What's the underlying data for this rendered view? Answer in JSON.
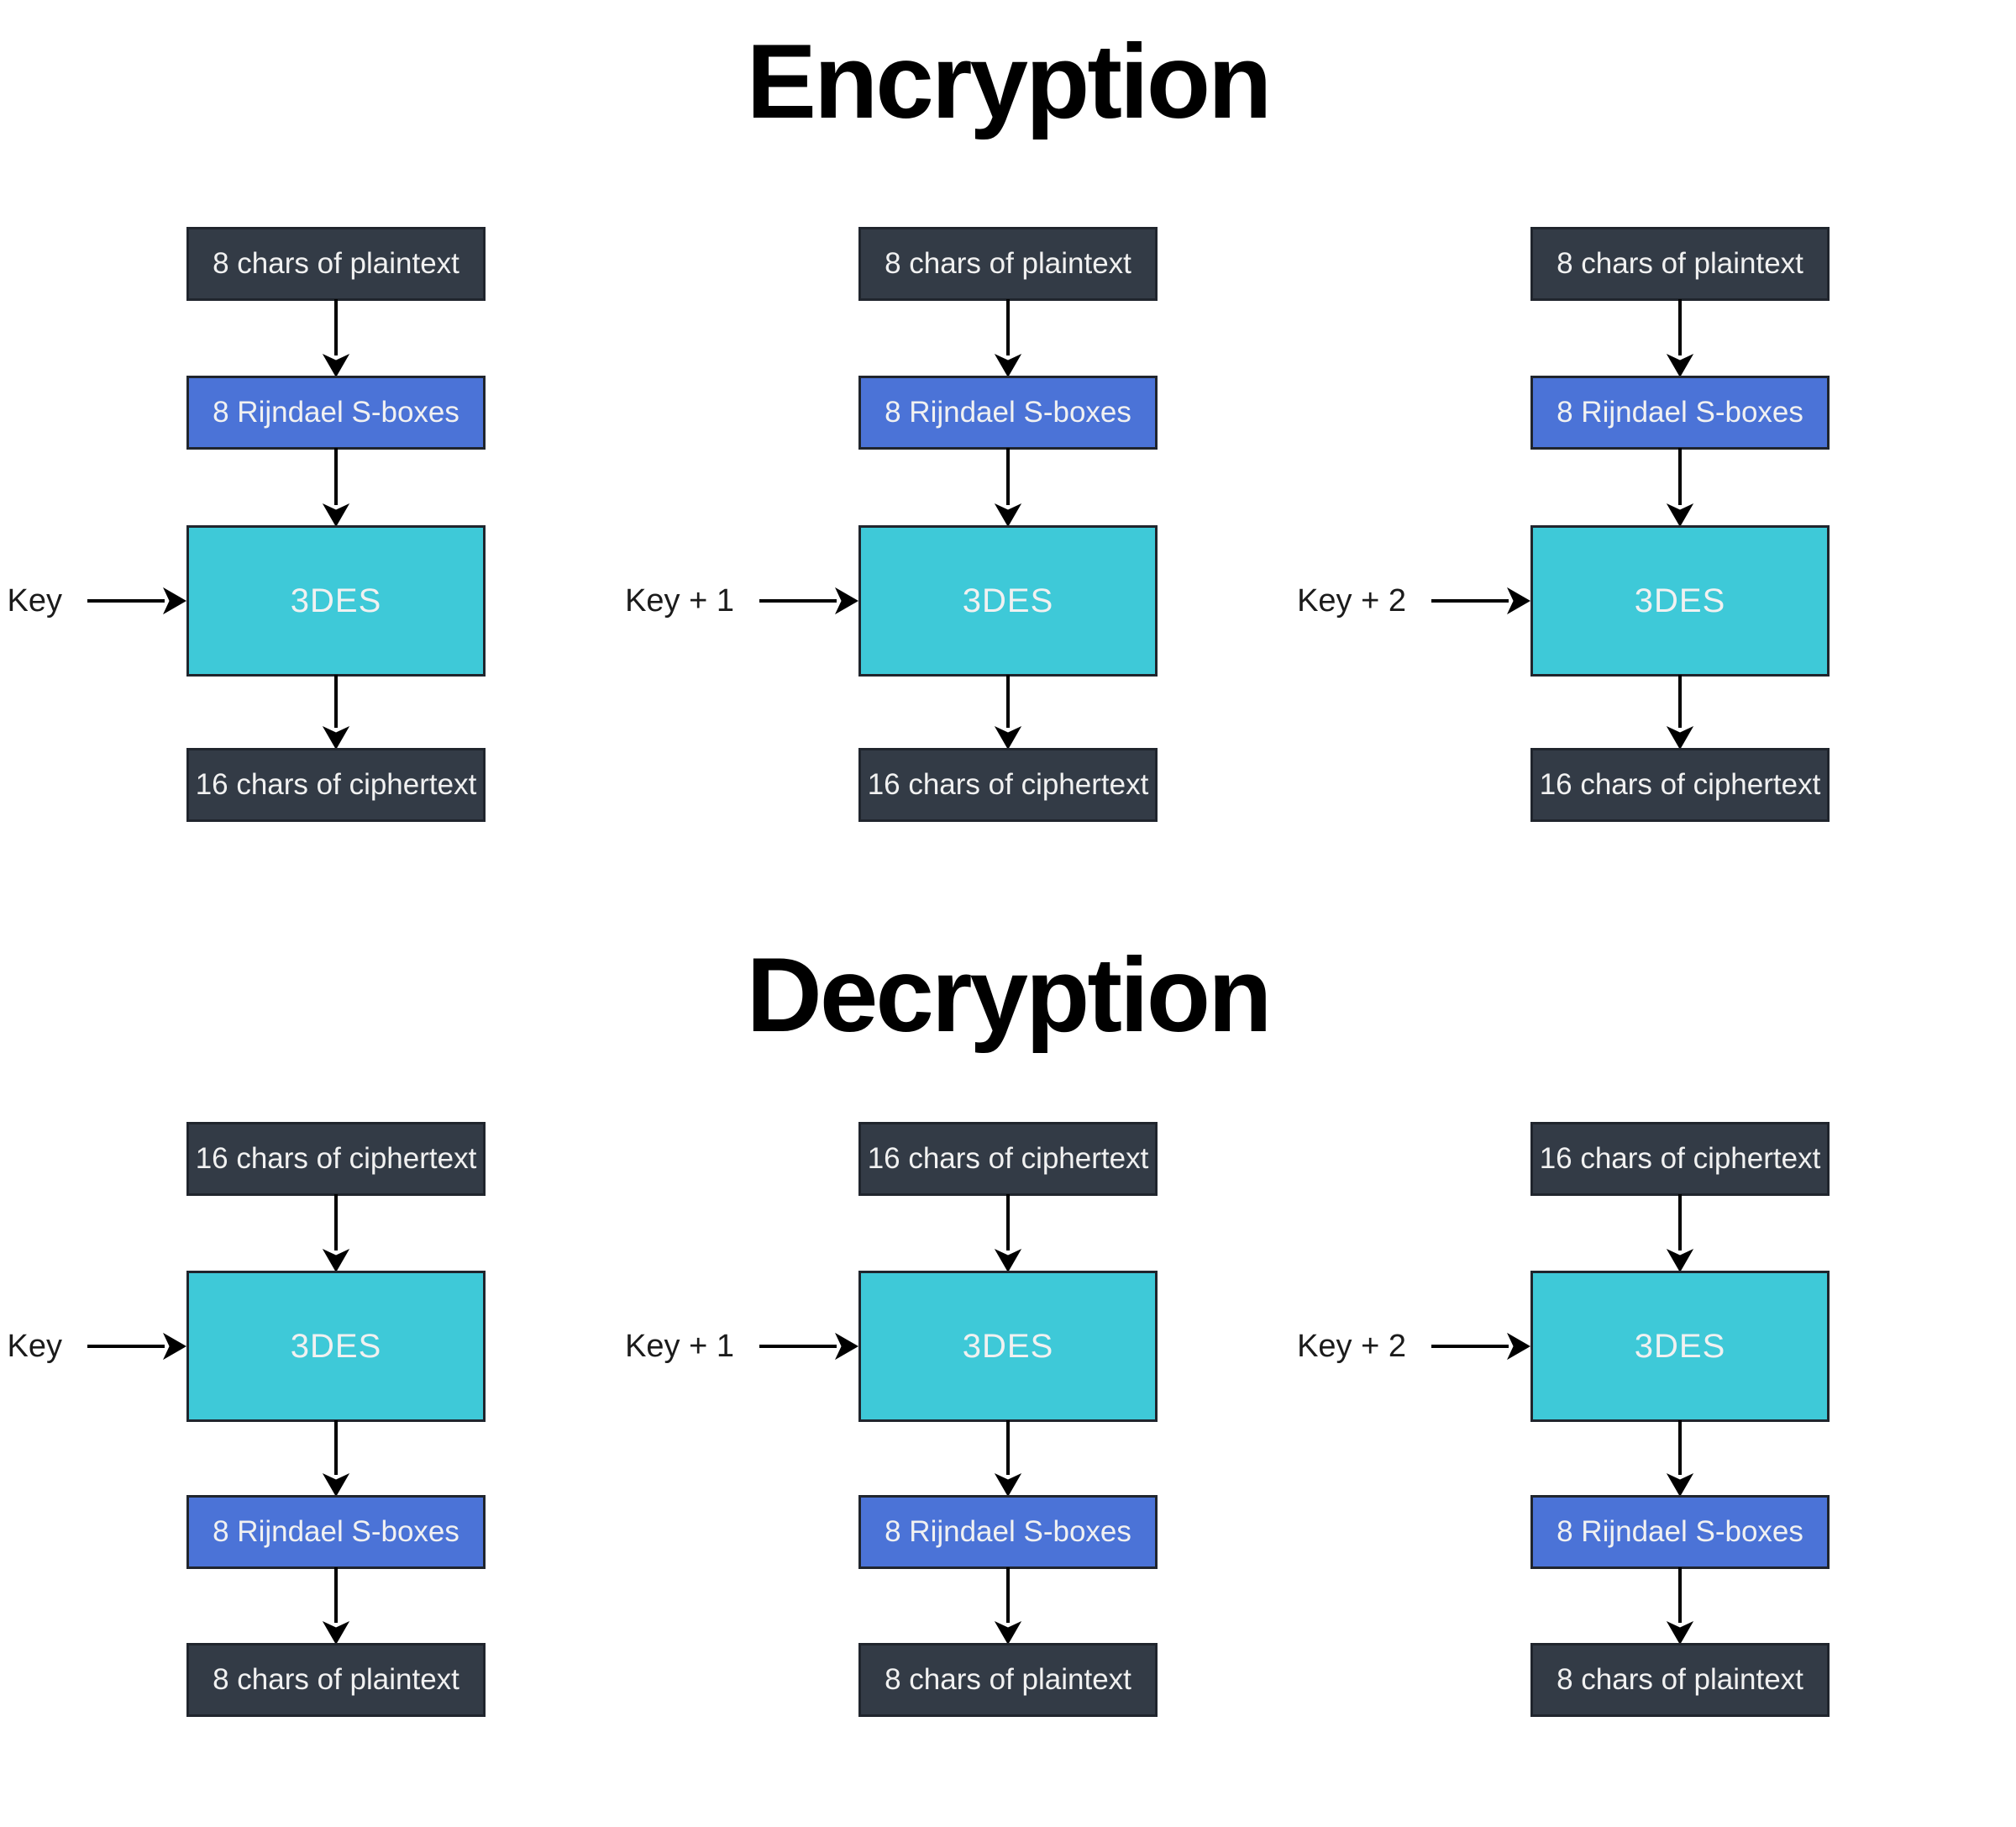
{
  "encryption": {
    "title": "Encryption",
    "columns": [
      {
        "key_label": "Key",
        "boxes": {
          "input": "8 chars of plaintext",
          "sbox": "8 Rijndael S-boxes",
          "cipher": "3DES",
          "output": "16 chars of ciphertext"
        }
      },
      {
        "key_label": "Key + 1",
        "boxes": {
          "input": "8 chars of plaintext",
          "sbox": "8 Rijndael S-boxes",
          "cipher": "3DES",
          "output": "16 chars of ciphertext"
        }
      },
      {
        "key_label": "Key + 2",
        "boxes": {
          "input": "8 chars of plaintext",
          "sbox": "8 Rijndael S-boxes",
          "cipher": "3DES",
          "output": "16 chars of ciphertext"
        }
      }
    ]
  },
  "decryption": {
    "title": "Decryption",
    "columns": [
      {
        "key_label": "Key",
        "boxes": {
          "input": "16 chars of ciphertext",
          "cipher": "3DES",
          "sbox": "8 Rijndael S-boxes",
          "output": "8 chars of plaintext"
        }
      },
      {
        "key_label": "Key + 1",
        "boxes": {
          "input": "16 chars of ciphertext",
          "cipher": "3DES",
          "sbox": "8 Rijndael S-boxes",
          "output": "8 chars of plaintext"
        }
      },
      {
        "key_label": "Key + 2",
        "boxes": {
          "input": "16 chars of ciphertext",
          "cipher": "3DES",
          "sbox": "8 Rijndael S-boxes",
          "output": "8 chars of plaintext"
        }
      }
    ]
  },
  "colors": {
    "dark_box": "#333B46",
    "blue_box": "#4B73D7",
    "cyan_box": "#3EC9D8",
    "box_border": "#20252D",
    "box_text": "#F1F1F1",
    "arrow": "#000000",
    "key_text": "#1B1B1B",
    "title_text": "#000000",
    "background": "#FFFFFF"
  }
}
